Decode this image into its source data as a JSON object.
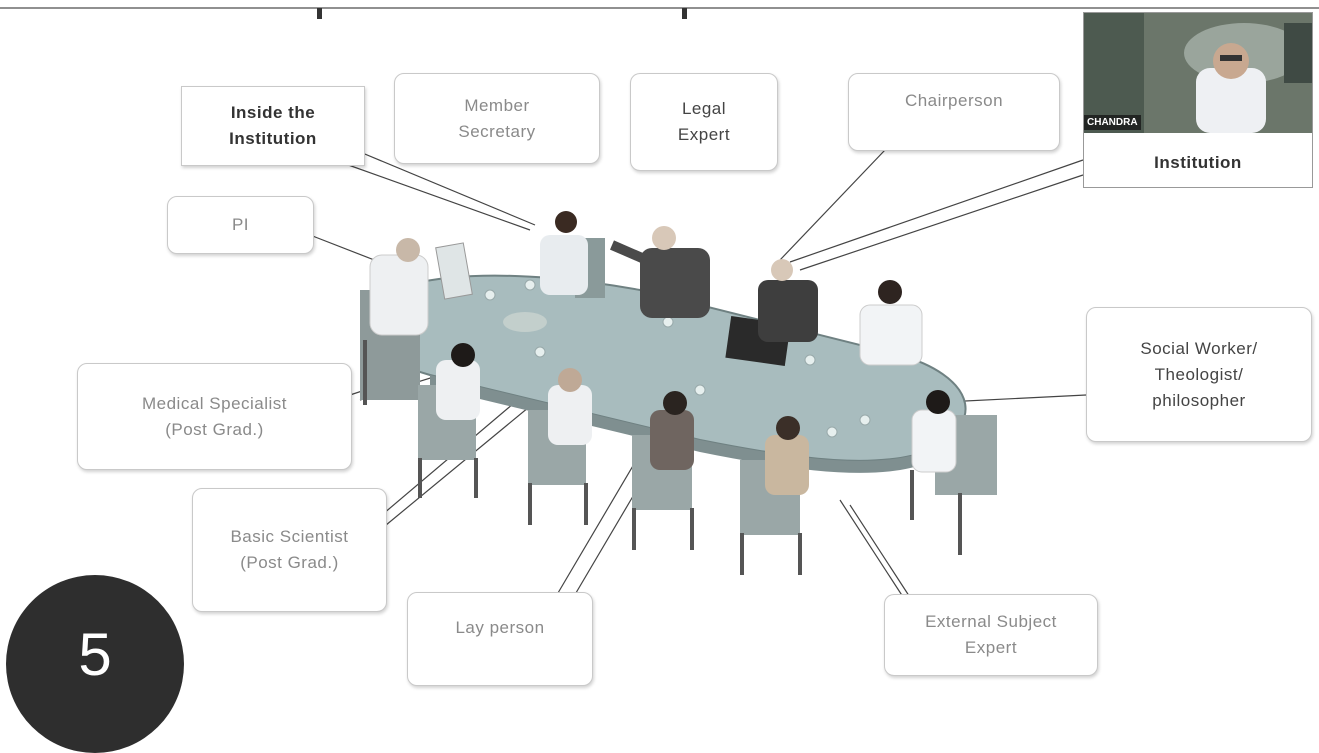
{
  "callouts": {
    "inside": "Inside the\nInstitution",
    "member_secretary": "Member\nSecretary",
    "legal": "Legal\nExpert",
    "chairperson": "Chairperson",
    "pi": "PI",
    "medical": "Medical Specialist\n(Post Grad.)",
    "social": "Social Worker/\nTheologist/\nphilosopher",
    "basic": "Basic Scientist\n(Post Grad.)",
    "lay": "Lay person",
    "external": "External Subject\nExpert"
  },
  "video": {
    "name_tag": "CHANDRA",
    "caption": "Institution"
  },
  "slide_number": "5"
}
